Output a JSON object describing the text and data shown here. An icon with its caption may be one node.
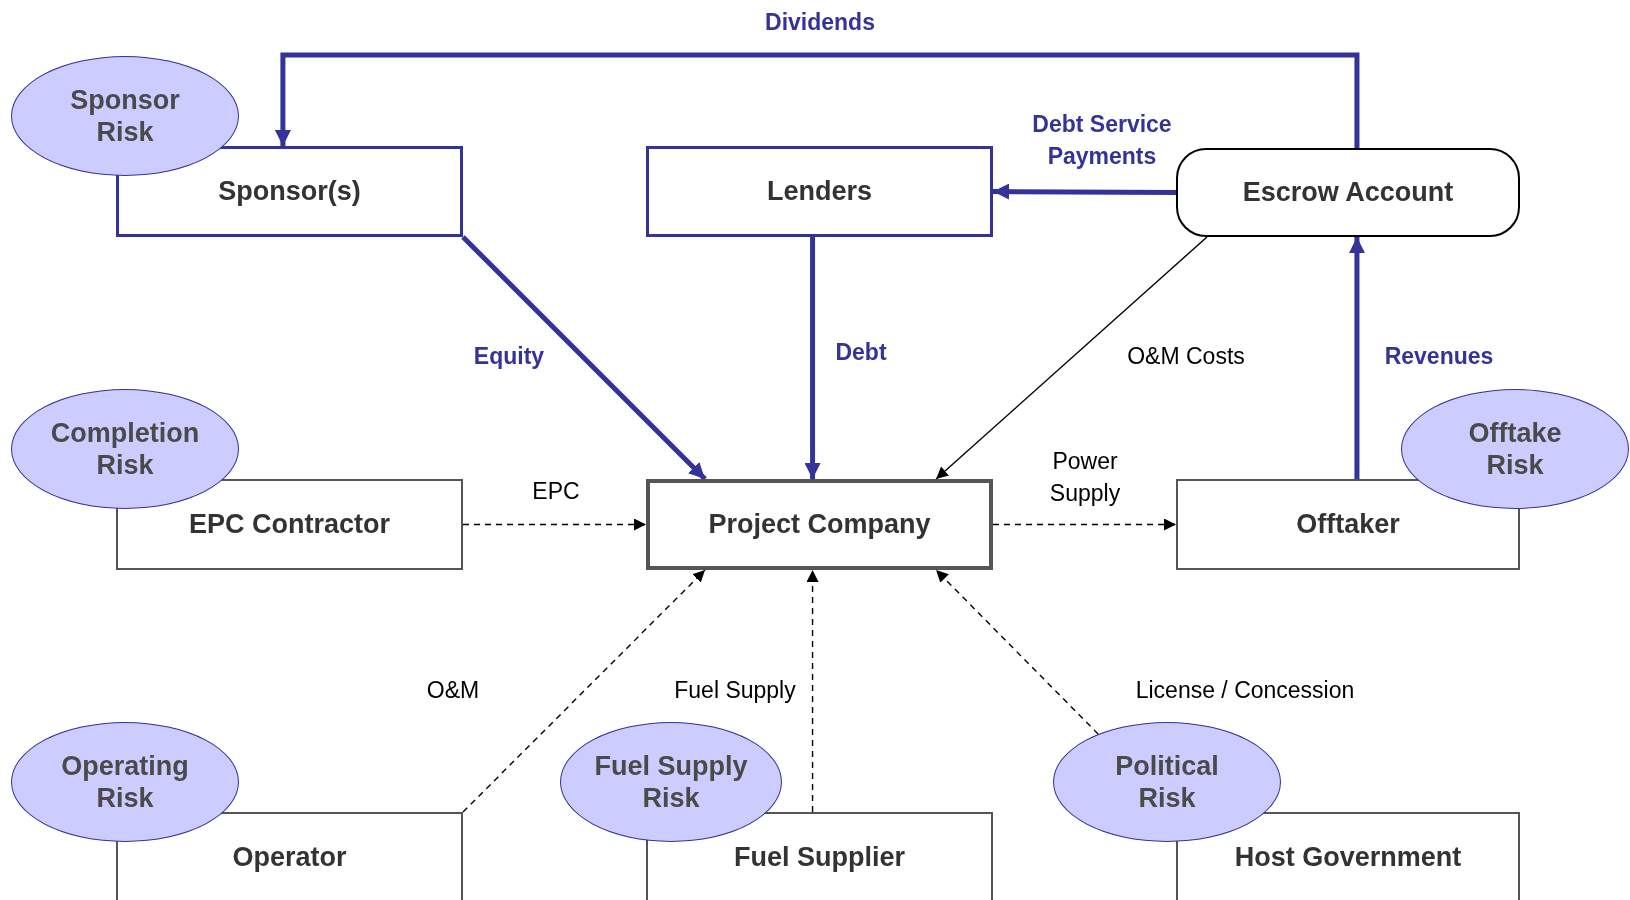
{
  "diagram": {
    "nodes": [
      {
        "text": [
          "Sponsor Risk"
        ]
      },
      {
        "text": [
          "Sponsor(s)"
        ]
      },
      {
        "text": [
          "Lenders"
        ]
      },
      {
        "text": [
          "Escrow Account"
        ]
      },
      {
        "text": [
          "Completion Risk"
        ]
      },
      {
        "text": [
          "EPC Contractor"
        ]
      },
      {
        "text": [
          "Project Company"
        ]
      },
      {
        "text": [
          "Offtaker"
        ]
      },
      {
        "text": [
          "Offtake Risk"
        ]
      },
      {
        "text": [
          "Operating Risk"
        ]
      },
      {
        "text": [
          "Operator"
        ]
      },
      {
        "text": [
          "Fuel Supply Risk"
        ]
      },
      {
        "text": [
          "Fuel Supplier"
        ]
      },
      {
        "text": [
          "Political Risk"
        ]
      },
      {
        "text": [
          "Host Government"
        ]
      }
    ],
    "edges": [
      {
        "from": 3,
        "to": 1,
        "arrow": "to",
        "label": "Dividends",
        "style": "thick",
        "color": "#333399"
      },
      {
        "from": 3,
        "to": 2,
        "arrow": "to",
        "label": "Debt Service Payments",
        "style": "thick",
        "color": "#333399"
      },
      {
        "from": 1,
        "to": 6,
        "arrow": "to",
        "label": "Equity",
        "style": "thick",
        "color": "#333399"
      },
      {
        "from": 2,
        "to": 6,
        "arrow": "to",
        "label": "Debt",
        "style": "thick",
        "color": "#333399"
      },
      {
        "from": 3,
        "to": 6,
        "arrow": "to",
        "label": "O&M Costs"
      },
      {
        "from": 7,
        "to": 3,
        "arrow": "to",
        "label": "Revenues",
        "style": "thick",
        "color": "#333399"
      },
      {
        "from": 5,
        "to": 6,
        "arrow": "to",
        "label": "EPC",
        "style": "dashed"
      },
      {
        "from": 6,
        "to": 7,
        "arrow": "to",
        "label": "Power Supply",
        "style": "dashed"
      },
      {
        "from": 10,
        "to": 6,
        "arrow": "to",
        "label": "O&M",
        "style": "dashed"
      },
      {
        "from": 12,
        "to": 6,
        "arrow": "to",
        "label": "Fuel Supply",
        "style": "dashed"
      },
      {
        "from": 13,
        "to": 6,
        "arrow": "to",
        "label": "License / Concession",
        "style": "dashed"
      }
    ]
  }
}
